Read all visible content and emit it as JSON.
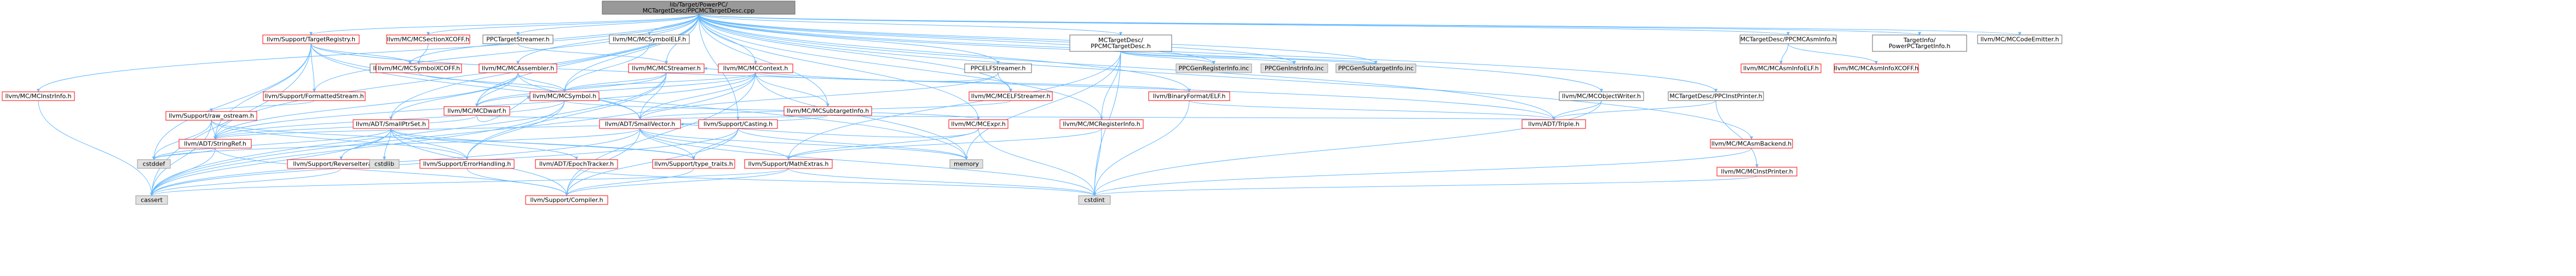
{
  "colors": {
    "root_fill": "#999999",
    "root_stroke": "#666666",
    "documented_fill": "#ffffff",
    "documented_stroke": "#ff0000",
    "undocumented_fill": "#e0e0e0",
    "undocumented_stroke": "#999999",
    "plain_stroke": "#666666",
    "edge": "#63B8FF",
    "text": "#000000"
  },
  "graph": {
    "nodes": [
      {
        "id": "root",
        "label": "lib/Target/PowerPC/MCTargetDesc/PPCMCTargetDesc.cpp",
        "kind": "root"
      },
      {
        "id": "targetregistry",
        "label": "llvm/Support/TargetRegistry.h",
        "kind": "documented"
      },
      {
        "id": "sectionxcoff",
        "label": "llvm/MC/MCSectionXCOFF.h",
        "kind": "documented"
      },
      {
        "id": "ppctargetstreamer",
        "label": "PPCTargetStreamer.h",
        "kind": "plain"
      },
      {
        "id": "mcsymbolelf",
        "label": "llvm/MC/MCSymbolELF.h",
        "kind": "plain"
      },
      {
        "id": "mctargetdesc_h",
        "label": "MCTargetDesc/PPCMCTargetDesc.h",
        "kind": "plain"
      },
      {
        "id": "mcasminfo_h",
        "label": "MCTargetDesc/PPCMCAsmInfo.h",
        "kind": "plain"
      },
      {
        "id": "targetinfo",
        "label": "TargetInfo/PowerPCTargetInfo.h",
        "kind": "plain"
      },
      {
        "id": "mccodeemitter",
        "label": "llvm/MC/MCCodeEmitter.h",
        "kind": "plain"
      },
      {
        "id": "mcinstrinfo",
        "label": "llvm/MC/MCInstrInfo.h",
        "kind": "documented"
      },
      {
        "id": "formattedstream",
        "label": "llvm/Support/FormattedStream.h",
        "kind": "documented"
      },
      {
        "id": "codegen",
        "label": "llvm/Support/CodeGen.h",
        "kind": "plain"
      },
      {
        "id": "symbolxcoff",
        "label": "llvm/MC/MCSymbolXCOFF.h",
        "kind": "documented"
      },
      {
        "id": "mcassembler",
        "label": "llvm/MC/MCAssembler.h",
        "kind": "documented"
      },
      {
        "id": "mcstreamer",
        "label": "llvm/MC/MCStreamer.h",
        "kind": "documented"
      },
      {
        "id": "mccontext",
        "label": "llvm/MC/MCContext.h",
        "kind": "documented"
      },
      {
        "id": "ppcelfstreamer",
        "label": "PPCELFStreamer.h",
        "kind": "plain"
      },
      {
        "id": "binaryformatelf",
        "label": "llvm/BinaryFormat/ELF.h",
        "kind": "documented"
      },
      {
        "id": "ppcgenregisterinfo",
        "label": "PPCGenRegisterInfo.inc",
        "kind": "undocumented"
      },
      {
        "id": "ppcgeninstrinfo",
        "label": "PPCGenInstrInfo.inc",
        "kind": "undocumented"
      },
      {
        "id": "ppcgensubtargetinfo",
        "label": "PPCGenSubtargetInfo.inc",
        "kind": "undocumented"
      },
      {
        "id": "mcasminfoelf",
        "label": "llvm/MC/MCAsmInfoELF.h",
        "kind": "documented"
      },
      {
        "id": "mcasminfoxcoff",
        "label": "llvm/MC/MCAsmInfoXCOFF.h",
        "kind": "documented"
      },
      {
        "id": "mcobjectwriter",
        "label": "llvm/MC/MCObjectWriter.h",
        "kind": "plain"
      },
      {
        "id": "ppcinstprinter_h",
        "label": "MCTargetDesc/PPCInstPrinter.h",
        "kind": "plain"
      },
      {
        "id": "rawostream",
        "label": "llvm/Support/raw_ostream.h",
        "kind": "documented"
      },
      {
        "id": "mcdwarf",
        "label": "llvm/MC/MCDwarf.h",
        "kind": "documented"
      },
      {
        "id": "mcsymbol",
        "label": "llvm/MC/MCSymbol.h",
        "kind": "documented"
      },
      {
        "id": "mcsubtargetinfo",
        "label": "llvm/MC/MCSubtargetInfo.h",
        "kind": "documented"
      },
      {
        "id": "mcelfstreamer",
        "label": "llvm/MC/MCELFStreamer.h",
        "kind": "documented"
      },
      {
        "id": "mcregisterinfo",
        "label": "llvm/MC/MCRegisterInfo.h",
        "kind": "documented"
      },
      {
        "id": "triple",
        "label": "llvm/ADT/Triple.h",
        "kind": "documented"
      },
      {
        "id": "mcasmbackend",
        "label": "llvm/MC/MCAsmBackend.h",
        "kind": "documented"
      },
      {
        "id": "mcinstprinter",
        "label": "llvm/MC/MCInstPrinter.h",
        "kind": "documented"
      },
      {
        "id": "smallptrset",
        "label": "llvm/ADT/SmallPtrSet.h",
        "kind": "documented"
      },
      {
        "id": "smallvector",
        "label": "llvm/ADT/SmallVector.h",
        "kind": "documented"
      },
      {
        "id": "casting",
        "label": "llvm/Support/Casting.h",
        "kind": "documented"
      },
      {
        "id": "mcexpr",
        "label": "llvm/MC/MCExpr.h",
        "kind": "documented"
      },
      {
        "id": "stringref",
        "label": "llvm/ADT/StringRef.h",
        "kind": "documented"
      },
      {
        "id": "reverseiteration",
        "label": "llvm/Support/ReverseIteration.h",
        "kind": "documented"
      },
      {
        "id": "epochtracker",
        "label": "llvm/ADT/EpochTracker.h",
        "kind": "documented"
      },
      {
        "id": "errorhandling",
        "label": "llvm/Support/ErrorHandling.h",
        "kind": "documented"
      },
      {
        "id": "typetraits",
        "label": "llvm/Support/type_traits.h",
        "kind": "documented"
      },
      {
        "id": "mathextras",
        "label": "llvm/Support/MathExtras.h",
        "kind": "documented"
      },
      {
        "id": "cstddef",
        "label": "cstddef",
        "kind": "undocumented"
      },
      {
        "id": "cstdlib",
        "label": "cstdlib",
        "kind": "undocumented"
      },
      {
        "id": "memory",
        "label": "memory",
        "kind": "undocumented"
      },
      {
        "id": "cassert",
        "label": "cassert",
        "kind": "undocumented"
      },
      {
        "id": "compiler",
        "label": "llvm/Support/Compiler.h",
        "kind": "documented"
      },
      {
        "id": "cstdint",
        "label": "cstdint",
        "kind": "undocumented"
      }
    ],
    "edges": [
      [
        "root",
        "targetregistry"
      ],
      [
        "root",
        "sectionxcoff"
      ],
      [
        "root",
        "ppctargetstreamer"
      ],
      [
        "root",
        "mcsymbolelf"
      ],
      [
        "root",
        "mctargetdesc_h"
      ],
      [
        "root",
        "mcasminfo_h"
      ],
      [
        "root",
        "targetinfo"
      ],
      [
        "root",
        "mccodeemitter"
      ],
      [
        "root",
        "mcinstrinfo"
      ],
      [
        "root",
        "formattedstream"
      ],
      [
        "root",
        "codegen"
      ],
      [
        "root",
        "mcassembler"
      ],
      [
        "root",
        "mcstreamer"
      ],
      [
        "root",
        "mccontext"
      ],
      [
        "root",
        "ppcelfstreamer"
      ],
      [
        "root",
        "binaryformatelf"
      ],
      [
        "root",
        "ppcgenregisterinfo"
      ],
      [
        "root",
        "ppcgeninstrinfo"
      ],
      [
        "root",
        "ppcgensubtargetinfo"
      ],
      [
        "root",
        "mcobjectwriter"
      ],
      [
        "root",
        "ppcinstprinter_h"
      ],
      [
        "root",
        "mcasmbackend"
      ],
      [
        "root",
        "mcdwarf"
      ],
      [
        "root",
        "mcsymbol"
      ],
      [
        "root",
        "mcsubtargetinfo"
      ],
      [
        "root",
        "mcelfstreamer"
      ],
      [
        "root",
        "mcregisterinfo"
      ],
      [
        "root",
        "triple"
      ],
      [
        "root",
        "mcexpr"
      ],
      [
        "root",
        "smallptrset"
      ],
      [
        "root",
        "casting"
      ],
      [
        "root",
        "stringref"
      ],
      [
        "targetregistry",
        "formattedstream"
      ],
      [
        "targetregistry",
        "codegen"
      ],
      [
        "targetregistry",
        "triple"
      ],
      [
        "targetregistry",
        "stringref"
      ],
      [
        "targetregistry",
        "smallvector"
      ],
      [
        "targetregistry",
        "cstddef"
      ],
      [
        "targetregistry",
        "cassert"
      ],
      [
        "targetregistry",
        "memory"
      ],
      [
        "sectionxcoff",
        "symbolxcoff"
      ],
      [
        "symbolxcoff",
        "mcsymbol"
      ],
      [
        "ppctargetstreamer",
        "mcstreamer"
      ],
      [
        "mcsymbolelf",
        "mcsymbol"
      ],
      [
        "mctargetdesc_h",
        "ppcgenregisterinfo"
      ],
      [
        "mctargetdesc_h",
        "ppcgeninstrinfo"
      ],
      [
        "mctargetdesc_h",
        "ppcgensubtargetinfo"
      ],
      [
        "mctargetdesc_h",
        "mcregisterinfo"
      ],
      [
        "mctargetdesc_h",
        "mathextras"
      ],
      [
        "mctargetdesc_h",
        "cstdint"
      ],
      [
        "mctargetdesc_h",
        "memory"
      ],
      [
        "mcasminfo_h",
        "mcasminfoelf"
      ],
      [
        "mcasminfo_h",
        "mcasminfoxcoff"
      ],
      [
        "mcinstrinfo",
        "cassert"
      ],
      [
        "formattedstream",
        "rawostream"
      ],
      [
        "mcassembler",
        "mcdwarf"
      ],
      [
        "mcassembler",
        "mcsymbol"
      ],
      [
        "mcassembler",
        "smallptrset"
      ],
      [
        "mcassembler",
        "smallvector"
      ],
      [
        "mcassembler",
        "stringref"
      ],
      [
        "mcstreamer",
        "mcdwarf"
      ],
      [
        "mcstreamer",
        "mcsymbol"
      ],
      [
        "mcstreamer",
        "smallvector"
      ],
      [
        "mcstreamer",
        "errorhandling"
      ],
      [
        "mcstreamer",
        "cassert"
      ],
      [
        "mccontext",
        "mcdwarf"
      ],
      [
        "mccontext",
        "mcsymbol"
      ],
      [
        "mccontext",
        "mcsubtargetinfo"
      ],
      [
        "mccontext",
        "smallvector"
      ],
      [
        "mccontext",
        "binaryformatelf"
      ],
      [
        "mccontext",
        "stringref"
      ],
      [
        "mccontext",
        "compiler"
      ],
      [
        "mccontext",
        "cassert"
      ],
      [
        "mccontext",
        "memory"
      ],
      [
        "ppcelfstreamer",
        "mcelfstreamer"
      ],
      [
        "ppcelfstreamer",
        "smallvector"
      ],
      [
        "ppcelfstreamer",
        "mcstreamer"
      ],
      [
        "binaryformatelf",
        "triple"
      ],
      [
        "binaryformatelf",
        "cstdint"
      ],
      [
        "mcobjectwriter",
        "triple"
      ],
      [
        "mcobjectwriter",
        "cstdint"
      ],
      [
        "ppcinstprinter_h",
        "mcinstprinter"
      ],
      [
        "ppcinstprinter_h",
        "triple"
      ],
      [
        "mcasmbackend",
        "cstdint"
      ],
      [
        "mcinstprinter",
        "cstdint"
      ],
      [
        "rawostream",
        "stringref"
      ],
      [
        "rawostream",
        "cassert"
      ],
      [
        "rawostream",
        "cstddef"
      ],
      [
        "rawostream",
        "typetraits"
      ],
      [
        "rawostream",
        "errorhandling"
      ],
      [
        "mcdwarf",
        "stringref"
      ],
      [
        "mcdwarf",
        "smallvector"
      ],
      [
        "mcdwarf",
        "mcsymbol"
      ],
      [
        "mcsymbol",
        "stringref"
      ],
      [
        "mcsymbol",
        "mcexpr"
      ],
      [
        "mcsymbol",
        "errorhandling"
      ],
      [
        "mcsymbol",
        "cassert"
      ],
      [
        "mcsubtargetinfo",
        "triple"
      ],
      [
        "mcsubtargetinfo",
        "stringref"
      ],
      [
        "mcsubtargetinfo",
        "smallvector"
      ],
      [
        "mcelfstreamer",
        "smallvector"
      ],
      [
        "mcregisterinfo",
        "mathextras"
      ],
      [
        "mcregisterinfo",
        "cstdint"
      ],
      [
        "smallptrset",
        "epochtracker"
      ],
      [
        "smallptrset",
        "reverseiteration"
      ],
      [
        "smallptrset",
        "typetraits"
      ],
      [
        "smallptrset",
        "errorhandling"
      ],
      [
        "smallptrset",
        "cstdlib"
      ],
      [
        "smallptrset",
        "cstddef"
      ],
      [
        "smallptrset",
        "cassert"
      ],
      [
        "smallptrset",
        "compiler"
      ],
      [
        "smallvector",
        "typetraits"
      ],
      [
        "smallvector",
        "mathextras"
      ],
      [
        "smallvector",
        "compiler"
      ],
      [
        "smallvector",
        "cassert"
      ],
      [
        "smallvector",
        "cstddef"
      ],
      [
        "smallvector",
        "cstdint"
      ],
      [
        "smallvector",
        "memory"
      ],
      [
        "casting",
        "typetraits"
      ],
      [
        "casting",
        "compiler"
      ],
      [
        "casting",
        "cassert"
      ],
      [
        "casting",
        "memory"
      ],
      [
        "mcexpr",
        "mathextras"
      ],
      [
        "mcexpr",
        "smallvector"
      ],
      [
        "mcexpr",
        "cstdint"
      ],
      [
        "stringref",
        "cstddef"
      ],
      [
        "stringref",
        "compiler"
      ],
      [
        "stringref",
        "cassert"
      ],
      [
        "typetraits",
        "compiler"
      ],
      [
        "mathextras",
        "compiler"
      ],
      [
        "mathextras",
        "cassert"
      ],
      [
        "mathextras",
        "cstdint"
      ],
      [
        "errorhandling",
        "compiler"
      ],
      [
        "reverseiteration",
        "cassert"
      ],
      [
        "epochtracker",
        "cstdint"
      ]
    ]
  }
}
